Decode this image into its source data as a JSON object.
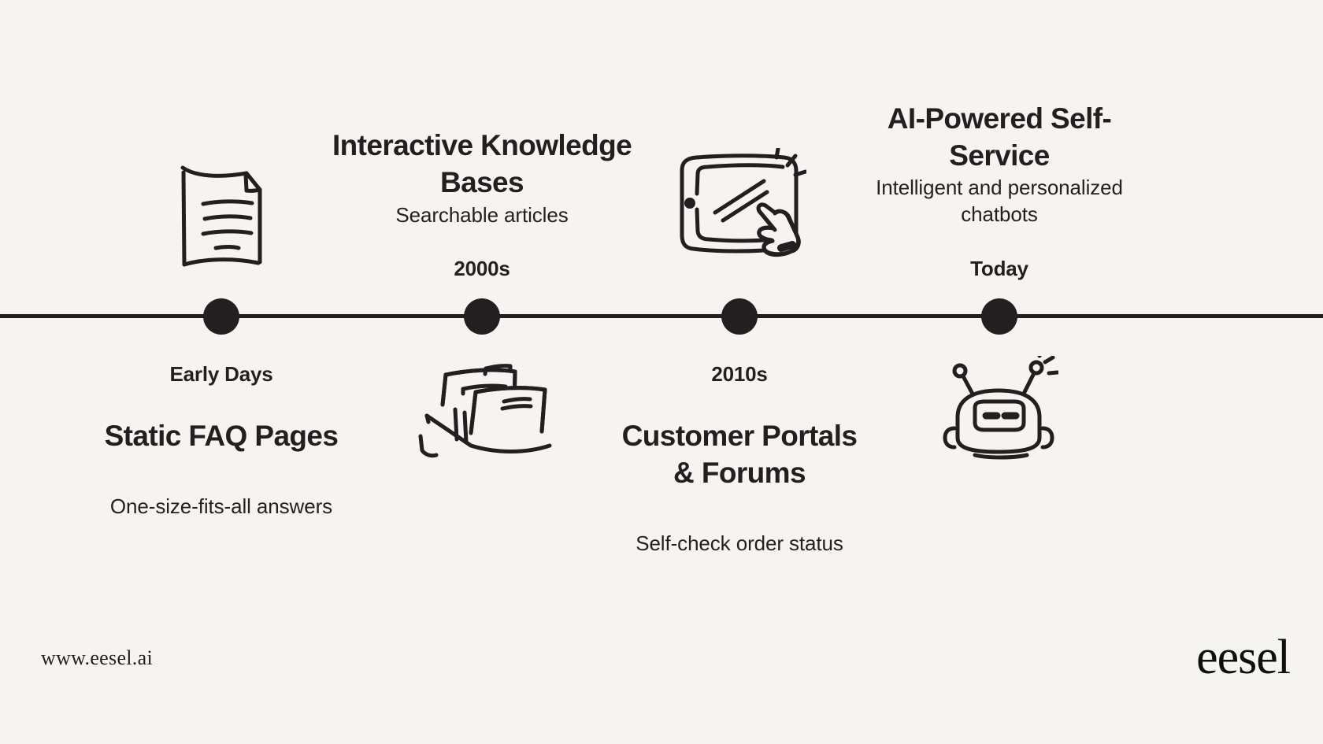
{
  "theme": {
    "background": "#f5f4f1",
    "ink": "#231f20"
  },
  "footer": {
    "url": "www.eesel.ai",
    "brand": "eesel"
  },
  "timeline": {
    "orientation": "horizontal",
    "milestones": [
      {
        "era": "Early Days",
        "title": "Static FAQ Pages",
        "description": "One-size-fits-all answers",
        "icon": "document-page-icon",
        "icon_position": "above",
        "text_position": "below"
      },
      {
        "era": "2000s",
        "title": "Interactive Knowledge Bases",
        "description": "Searchable articles",
        "icon": "file-box-archive-icon",
        "icon_position": "below",
        "text_position": "above"
      },
      {
        "era": "2010s",
        "title": "Customer Portals & Forums",
        "description": "Self-check order status",
        "icon": "tablet-tap-hand-icon",
        "icon_position": "above",
        "text_position": "below"
      },
      {
        "era": "Today",
        "title": "AI-Powered Self-Service",
        "description": "Intelligent and personalized chatbots",
        "icon": "robot-chatbot-icon",
        "icon_position": "below",
        "text_position": "above"
      }
    ]
  }
}
